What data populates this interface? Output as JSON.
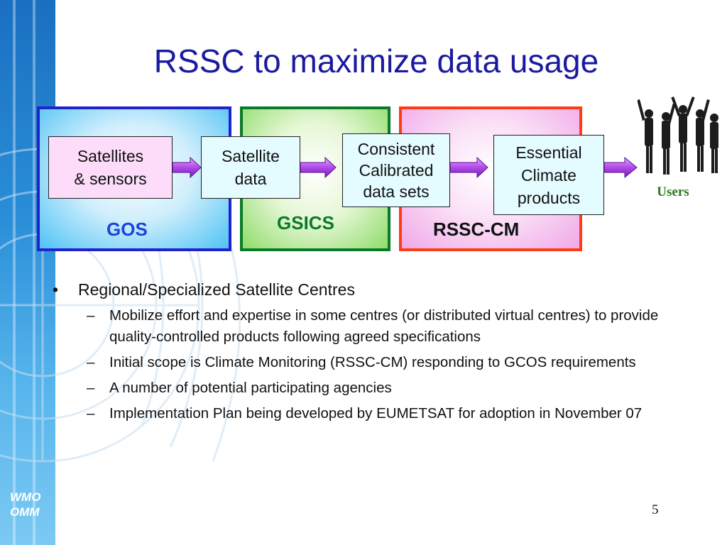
{
  "slide": {
    "title": "RSSC to maximize data usage",
    "page_number": "5"
  },
  "logo": {
    "line1": "WMO",
    "line2": "OMM"
  },
  "diagram": {
    "panels": {
      "gos": {
        "label": "GOS",
        "color": "#2222cc",
        "label_color": "#1a44dd"
      },
      "gsics": {
        "label": "GSICS",
        "color": "#0a7a2a",
        "label_color": "#0a7a2a"
      },
      "rssc": {
        "label": "RSSC-CM",
        "color": "#ff3b14",
        "label_color": "#111111"
      }
    },
    "boxes": {
      "satellites": {
        "line1": "Satellites",
        "line2": "& sensors"
      },
      "satellite_data": {
        "line1": "Satellite",
        "line2": "data"
      },
      "consistent": {
        "line1": "Consistent",
        "line2": "Calibrated",
        "line3": "data sets"
      },
      "ecp": {
        "line1": "Essential",
        "line2": "Climate",
        "line3": "products"
      }
    },
    "arrow_color": "#b04ae8",
    "users_label": "Users"
  },
  "bullets": {
    "main": "Regional/Specialized Satellite Centres",
    "subs": [
      "Mobilize effort and expertise in some centres (or distributed virtual centres) to provide quality-controlled products following agreed specifications",
      "Initial scope is Climate Monitoring (RSSC-CM) responding to GCOS requirements",
      "A number of potential participating agencies",
      "Implementation Plan being developed by EUMETSAT for adoption in November 07"
    ],
    "main_marker": "•",
    "sub_marker": "–"
  }
}
